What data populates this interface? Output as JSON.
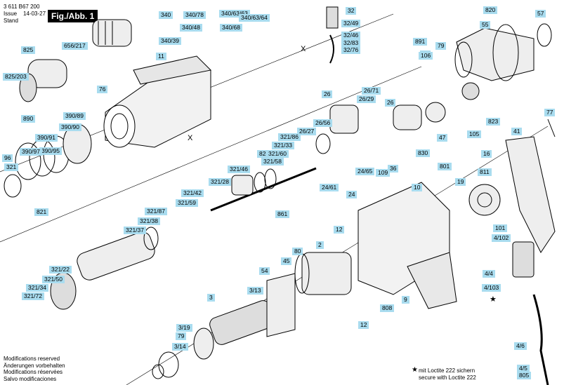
{
  "header": {
    "doc_number": "3 611 B67 200",
    "issue_label": "Issue",
    "stand_label": "Stand",
    "date": "14-03-27",
    "figure_label": "Fig./Abb. 1"
  },
  "footer": {
    "lines": [
      "Modifications reserved",
      "Änderungen vorbehalten",
      "Modifications réservées",
      "Salvo modificaciones"
    ],
    "loctite_de": "mit Loctite 222 sichern",
    "loctite_en": "secure with Loctite 222"
  },
  "labels": [
    "340",
    "340/78",
    "340/63/63",
    "340/39",
    "340/48",
    "340/68",
    "340/63/64",
    "32",
    "32/49",
    "32/46",
    "32/83",
    "32/76",
    "820",
    "55",
    "57",
    "656/217",
    "825",
    "825/203",
    "11",
    "76",
    "891",
    "79",
    "106",
    "79",
    "26",
    "26/71",
    "26/29",
    "26",
    "26/56",
    "26/27",
    "823",
    "890",
    "390/89",
    "390/90",
    "390/91",
    "390/95",
    "390/97",
    "96",
    "828",
    "321/86",
    "321/33",
    "321/60",
    "321/58",
    "321/46",
    "321/28",
    "321/42",
    "321/59",
    "321/87",
    "321/38",
    "321/37",
    "321",
    "821",
    "105",
    "47",
    "830",
    "109",
    "36",
    "24/65",
    "24/61",
    "24",
    "861",
    "77",
    "41",
    "16",
    "811",
    "801",
    "19",
    "10",
    "101",
    "4/102",
    "12",
    "80",
    "2",
    "45",
    "54",
    "3/13",
    "3",
    "3/19",
    "79",
    "3/14",
    "321/22",
    "321/50",
    "321/34",
    "321/72",
    "808",
    "9",
    "12",
    "4/4",
    "4/103",
    "4/6",
    "4/5",
    "805"
  ],
  "marks": {
    "x_mark": "X",
    "star": "★"
  }
}
